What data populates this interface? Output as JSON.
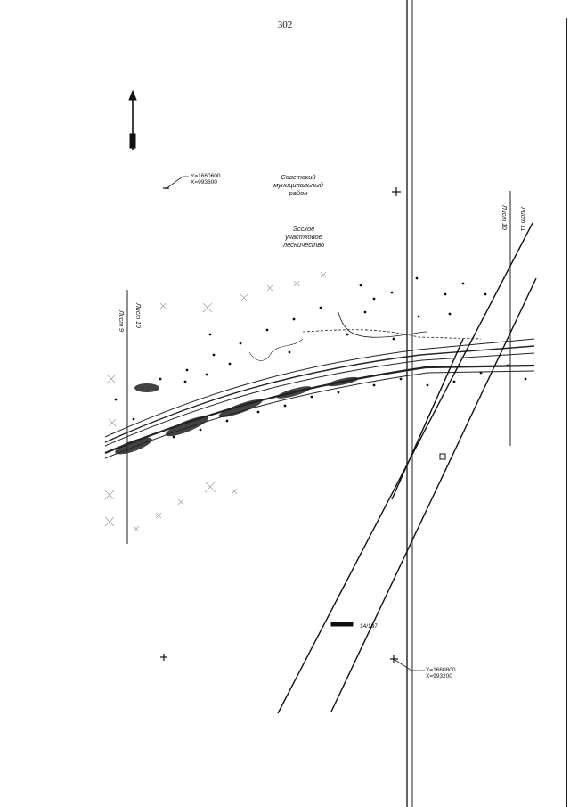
{
  "page_number": "302",
  "district": [
    "Советский",
    "муниципальный",
    "район"
  ],
  "forestry": [
    "Эсское",
    "участковое",
    "лесничество"
  ],
  "coordinates": [
    {
      "y": "Y=1660600",
      "x": "X=993600"
    },
    {
      "y": "Y=1660800",
      "x": "X=993200"
    }
  ],
  "sheets": [
    "Лист 9",
    "Лист 10",
    "Лист 10",
    "Лист 11"
  ],
  "pipeline_mark": "14/137",
  "icons": [
    "north-arrow-icon",
    "grid-cross-icon",
    "tree-symbol-icon",
    "swamp-hatch-icon"
  ]
}
